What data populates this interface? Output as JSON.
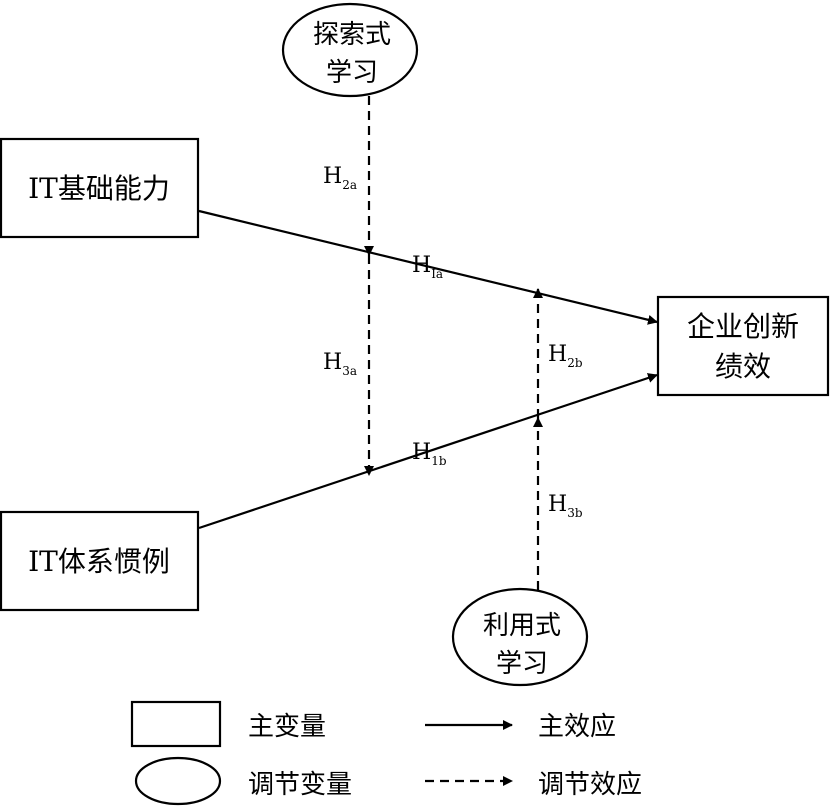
{
  "variables": {
    "it_infrastructure": "IT基础能力",
    "it_routines": "IT体系惯例",
    "innovation_line1": "企业创新",
    "innovation_line2": "绩效",
    "exploratory_line1": "探索式",
    "exploratory_line2": "学习",
    "exploitative_line1": "利用式",
    "exploitative_line2": "学习"
  },
  "hypotheses": {
    "h1a": {
      "main": "H",
      "sub": "Ia"
    },
    "h1b": {
      "main": "H",
      "sub": "1b"
    },
    "h2a": {
      "main": "H",
      "sub": "2a"
    },
    "h2b": {
      "main": "H",
      "sub": "2b"
    },
    "h3a": {
      "main": "H",
      "sub": "3a"
    },
    "h3b": {
      "main": "H",
      "sub": "3b"
    }
  },
  "legend": {
    "main_variable": "主变量",
    "moderator_variable": "调节变量",
    "main_effect": "主效应",
    "moderating_effect": "调节效应"
  },
  "colors": {
    "stroke": "#000000",
    "background": "#ffffff"
  }
}
